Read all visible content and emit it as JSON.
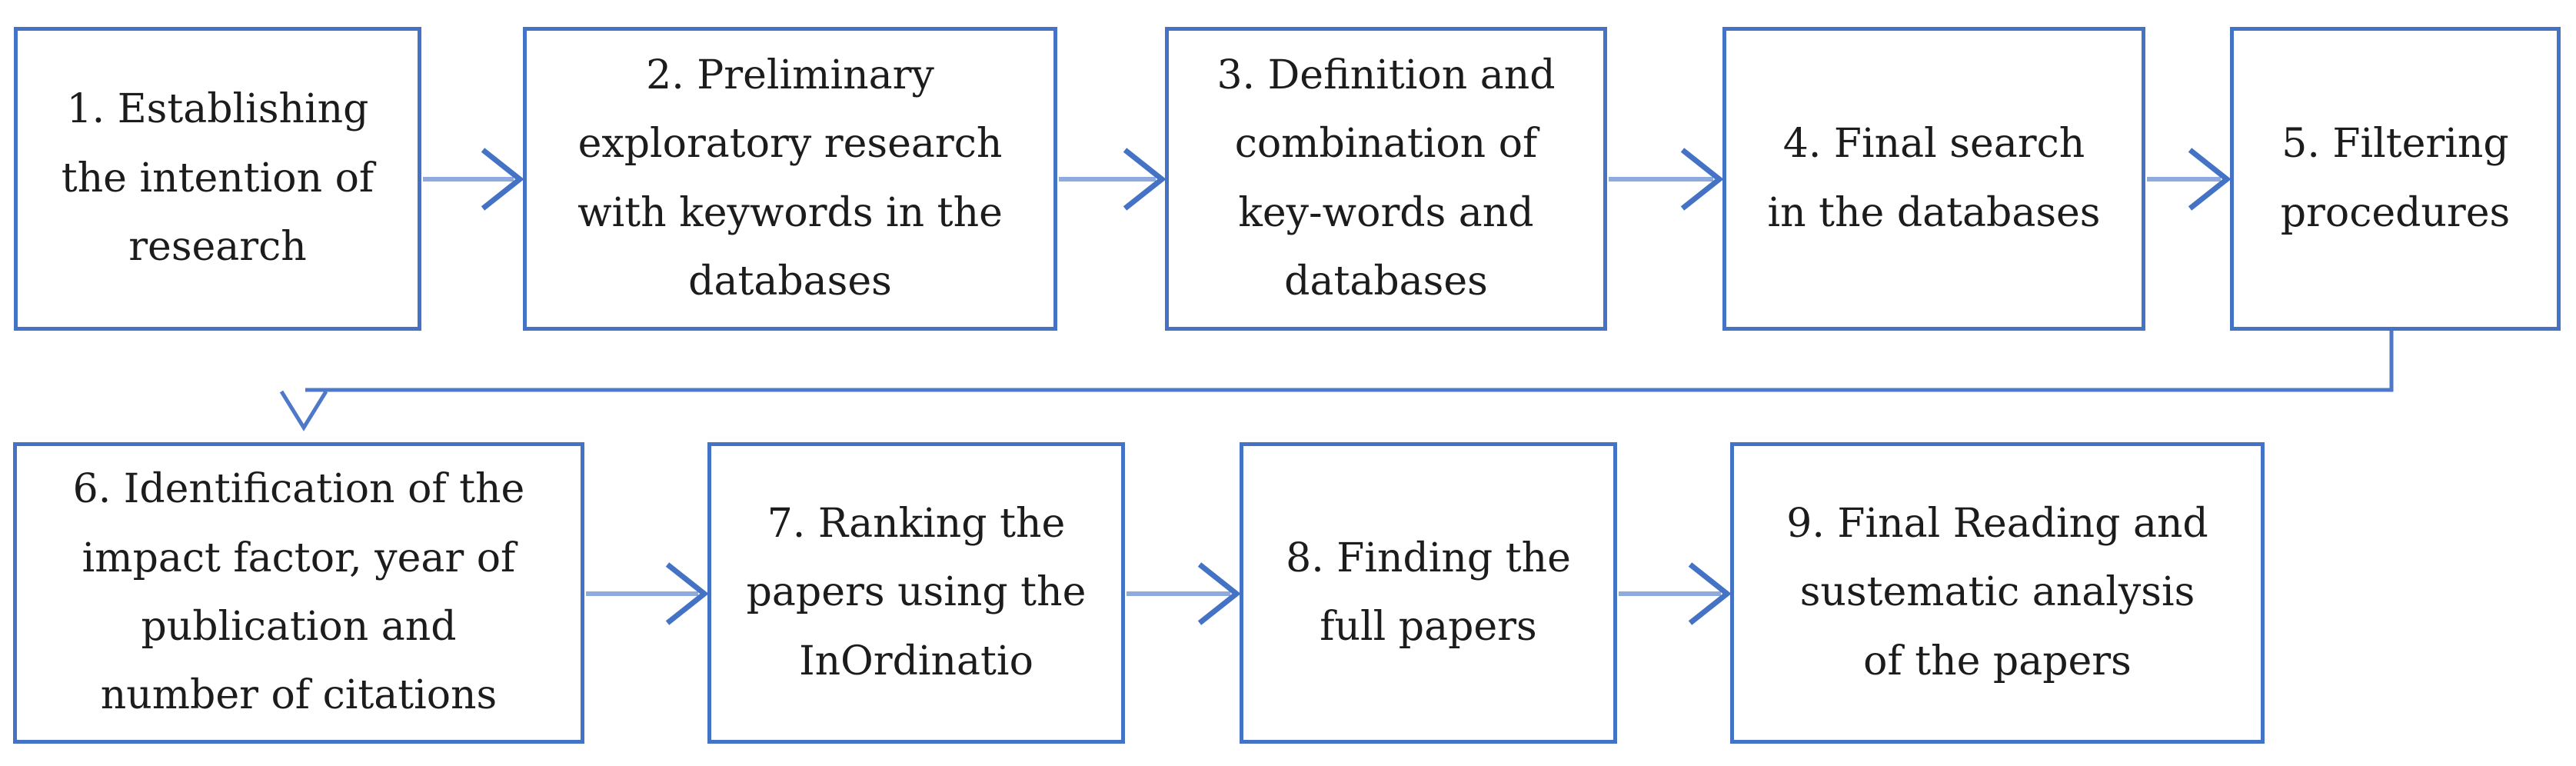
{
  "diagram": {
    "kind": "flowchart",
    "colors": {
      "box_border": "#4472C4",
      "arrow_shaft": "#8FAADC",
      "arrow_head": "#4472C4",
      "connector_line": "#4F79C8",
      "text": "#1C1C1C",
      "background": "#FFFFFF"
    },
    "steps": [
      {
        "id": 1,
        "text": "1. Establishing\nthe intention of\nresearch"
      },
      {
        "id": 2,
        "text": "2. Preliminary\nexploratory research\nwith keywords in the\ndatabases"
      },
      {
        "id": 3,
        "text": "3. Definition and\ncombination of\nkey-words and\ndatabases"
      },
      {
        "id": 4,
        "text": "4. Final search\nin the databases"
      },
      {
        "id": 5,
        "text": "5. Filtering\nprocedures"
      },
      {
        "id": 6,
        "text": "6. Identification of the\nimpact factor, year of\npublication and\nnumber of citations"
      },
      {
        "id": 7,
        "text": "7. Ranking the\npapers using the\nInOrdinatio"
      },
      {
        "id": 8,
        "text": "8. Finding the\nfull papers"
      },
      {
        "id": 9,
        "text": "9. Final Reading and\nsustematic analysis\nof the papers"
      }
    ],
    "connections": [
      {
        "from": 1,
        "to": 2,
        "style": "straight-arrow"
      },
      {
        "from": 2,
        "to": 3,
        "style": "straight-arrow"
      },
      {
        "from": 3,
        "to": 4,
        "style": "straight-arrow"
      },
      {
        "from": 4,
        "to": 5,
        "style": "straight-arrow"
      },
      {
        "from": 5,
        "to": 6,
        "style": "elbow-arrow"
      },
      {
        "from": 6,
        "to": 7,
        "style": "straight-arrow"
      },
      {
        "from": 7,
        "to": 8,
        "style": "straight-arrow"
      },
      {
        "from": 8,
        "to": 9,
        "style": "straight-arrow"
      }
    ]
  }
}
